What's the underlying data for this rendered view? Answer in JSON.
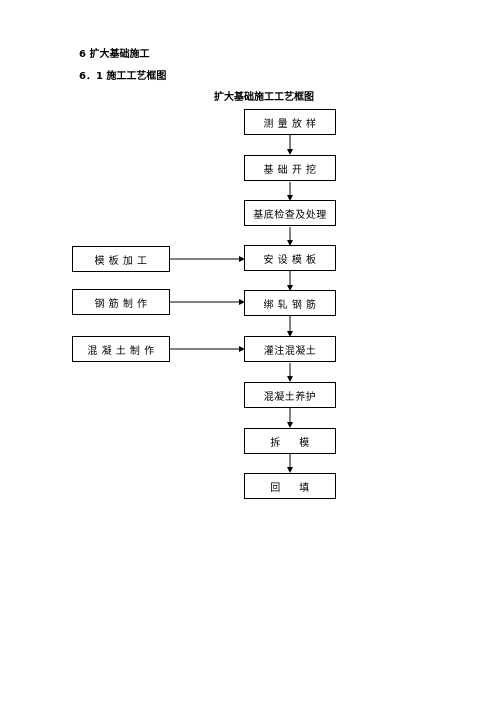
{
  "document": {
    "section_heading": "6   扩大基础施工",
    "subsection_heading": "6．1   施工工艺框图",
    "diagram_title": "扩大基础施工工艺框图"
  },
  "flowchart": {
    "main_steps": [
      "测 量 放 样",
      "基 础 开 挖",
      "基底检查及处理",
      "安 设 模 板",
      "绑 轧 钢 筋",
      "灌注混凝土",
      "混凝土养护",
      "拆     模",
      "回     填"
    ],
    "side_inputs": [
      "模 板 加 工",
      "钢 筋 制 作",
      "混 凝 土 制 作"
    ]
  }
}
